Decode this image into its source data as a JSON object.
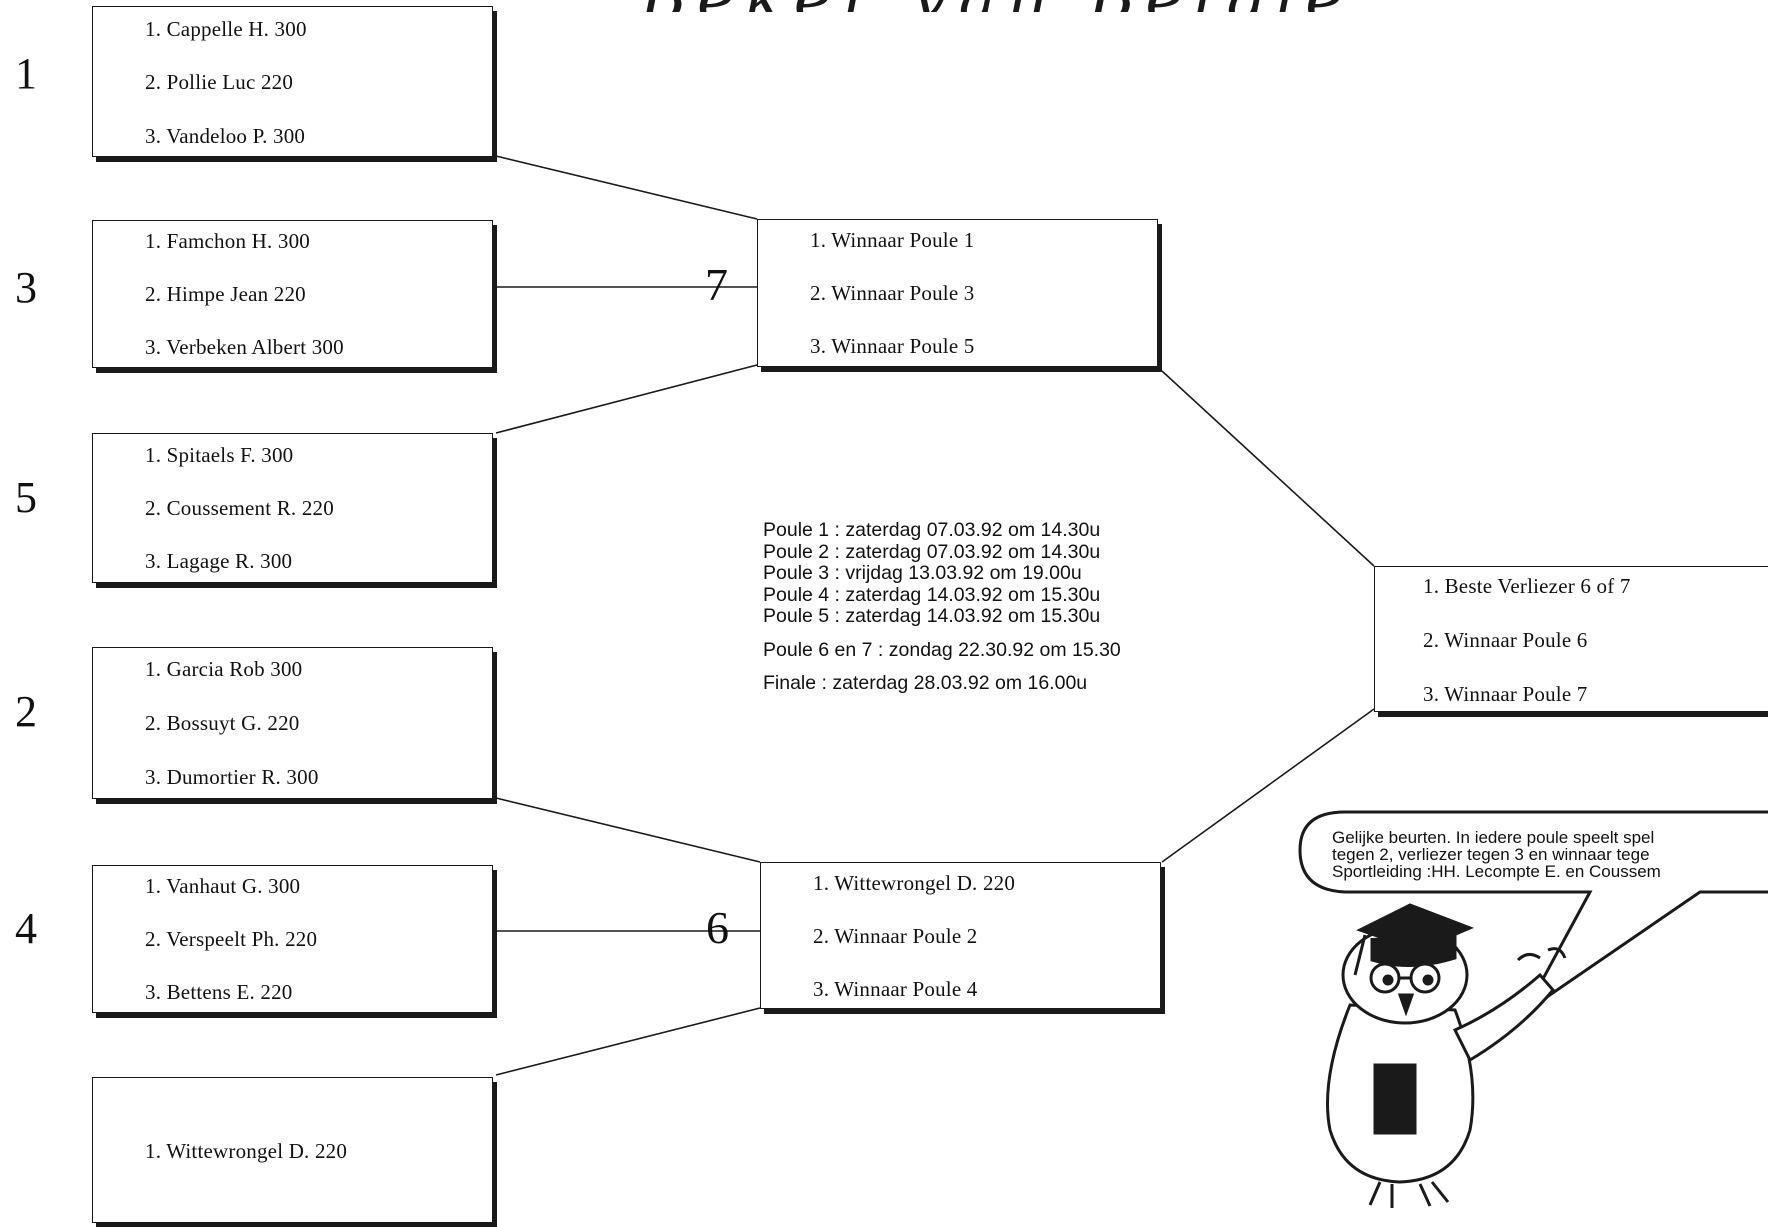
{
  "title": "Beker van België",
  "poules": [
    {
      "label": "1",
      "entries": [
        "1. Cappelle H.   300",
        "2. Pollie Luc   220",
        "3. Vandeloo P.   300"
      ]
    },
    {
      "label": "3",
      "entries": [
        "1. Famchon H.   300",
        "2. Himpe Jean   220",
        "3. Verbeken Albert   300"
      ]
    },
    {
      "label": "5",
      "entries": [
        "1. Spitaels F.   300",
        "2. Coussement R.   220",
        "3. Lagage R.   300"
      ]
    },
    {
      "label": "2",
      "entries": [
        "1. Garcia Rob   300",
        "2. Bossuyt G.   220",
        "3. Dumortier R.   300"
      ]
    },
    {
      "label": "4",
      "entries": [
        "1. Vanhaut G.   300",
        "2. Verspeelt Ph.   220",
        "3. Bettens E.   220"
      ]
    }
  ],
  "result_box": {
    "entries": [
      "1. Wittewrongel D.   220"
    ]
  },
  "poule7": {
    "label": "7",
    "entries": [
      "1. Winnaar Poule 1",
      "2. Winnaar Poule 3",
      "3. Winnaar Poule 5"
    ]
  },
  "poule6": {
    "label": "6",
    "entries": [
      "1. Wittewrongel D.   220",
      "2. Winnaar Poule 2",
      "3. Winnaar Poule 4"
    ]
  },
  "finale": {
    "entries": [
      "1. Beste Verliezer 6 of 7",
      "2. Winnaar Poule 6",
      "3. Winnaar Poule 7"
    ]
  },
  "schedule": {
    "lines": [
      "Poule 1 : zaterdag 07.03.92 om 14.30u",
      "Poule 2 : zaterdag 07.03.92 om 14.30u",
      "Poule 3 : vrijdag 13.03.92 om 19.00u",
      "Poule 4 : zaterdag 14.03.92 om 15.30u",
      "Poule 5 : zaterdag 14.03.92 om 15.30u"
    ],
    "poule67": "Poule 6 en 7 : zondag 22.30.92 om 15.30",
    "finale": "Finale : zaterdag 28.03.92 om 16.00u"
  },
  "speech_bubble": {
    "lines": [
      "Gelijke beurten. In iedere poule speelt spel",
      "tegen 2, verliezer tegen 3 en winnaar tege",
      "Sportleiding :HH. Lecompte E. en Coussem"
    ]
  },
  "icons": {
    "mascot": "owl-professor-icon"
  },
  "colors": {
    "ink": "#111111",
    "paper": "#ffffff"
  }
}
